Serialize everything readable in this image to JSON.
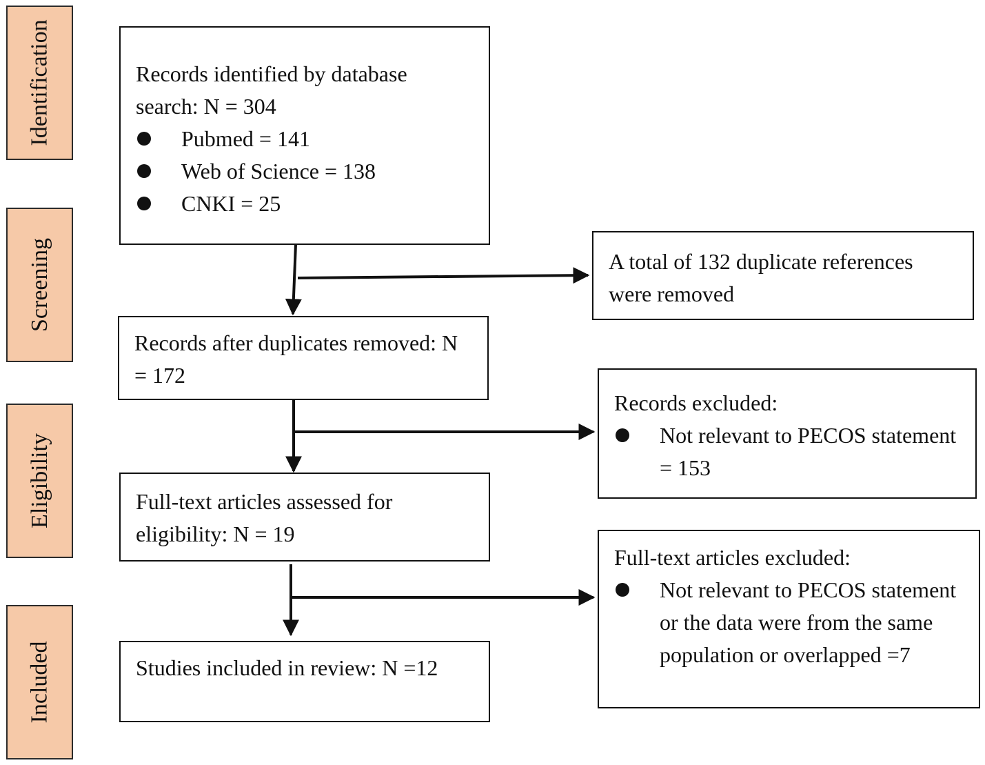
{
  "phases": {
    "identification": "Identification",
    "screening": "Screening",
    "eligibility": "Eligibility",
    "included": "Included"
  },
  "identified": {
    "title": "Records identified by database search: N = 304",
    "sources": [
      "Pubmed = 141",
      "Web of Science = 138",
      "CNKI = 25"
    ]
  },
  "duplicates": {
    "text": "A total of 132 duplicate references were removed"
  },
  "after_duplicates": {
    "text": "Records after duplicates removed: N = 172"
  },
  "records_excluded": {
    "title": "Records excluded:",
    "items": [
      "Not relevant to PECOS statement = 153"
    ]
  },
  "fulltext_assessed": {
    "text": "Full-text articles assessed for eligibility:  N = 19"
  },
  "fulltext_excluded": {
    "title": "Full-text articles excluded:",
    "items": [
      "Not relevant to PECOS statement or the data were from the same population or overlapped =7"
    ]
  },
  "included_studies": {
    "text": "Studies included in review: N =12"
  }
}
